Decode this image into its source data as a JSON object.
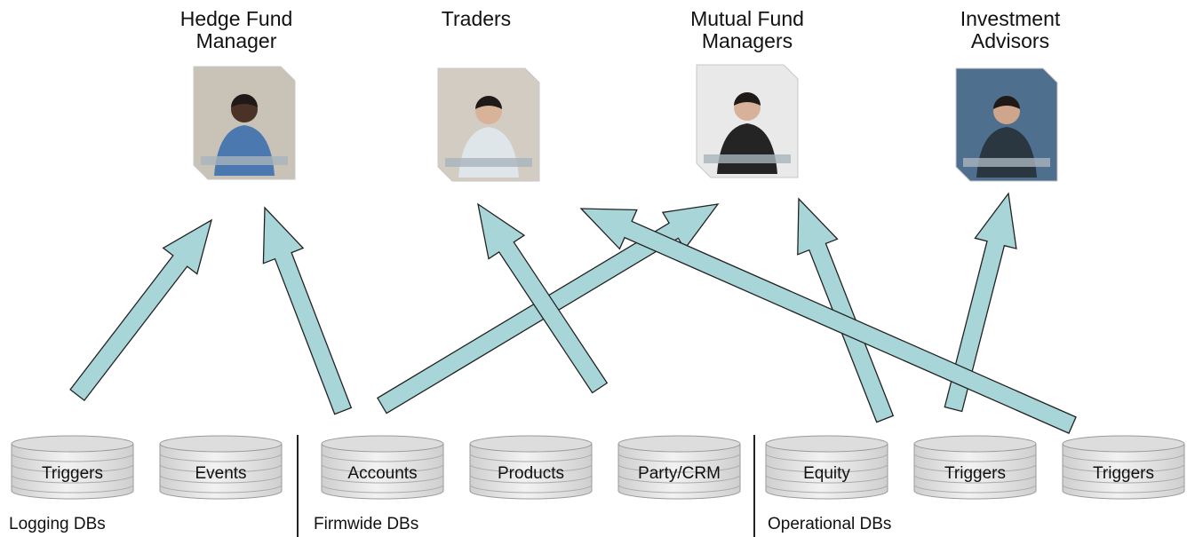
{
  "roles": [
    {
      "line1": "Hedge Fund",
      "line2": "Manager",
      "icon": "hedge-fund-manager-photo"
    },
    {
      "line1": "Traders",
      "line2": "",
      "icon": "trader-photo"
    },
    {
      "line1": "Mutual Fund",
      "line2": "Managers",
      "icon": "mutual-fund-manager-photo"
    },
    {
      "line1": "Investment",
      "line2": "Advisors",
      "icon": "investment-advisor-photo"
    }
  ],
  "databases": [
    {
      "label": "Triggers"
    },
    {
      "label": "Events"
    },
    {
      "label": "Accounts"
    },
    {
      "label": "Products"
    },
    {
      "label": "Party/CRM"
    },
    {
      "label": "Equity"
    },
    {
      "label": "Triggers"
    },
    {
      "label": "Triggers"
    }
  ],
  "groups": [
    {
      "label": "Logging DBs"
    },
    {
      "label": "Firmwide DBs"
    },
    {
      "label": "Operational DBs"
    }
  ],
  "flows": [
    {
      "from": "Triggers",
      "to": "Hedge Fund Manager"
    },
    {
      "from": "Accounts",
      "to": "Hedge Fund Manager"
    },
    {
      "from": "Accounts",
      "to": "Mutual Fund Managers"
    },
    {
      "from": "Products",
      "to": "Traders"
    },
    {
      "from": "Equity",
      "to": "Mutual Fund Managers"
    },
    {
      "from": "Triggers",
      "to": "Investment Advisors"
    },
    {
      "from": "Triggers",
      "to": "Traders"
    }
  ],
  "colors": {
    "arrow_fill": "#a8d6d8",
    "arrow_stroke": "#222222",
    "cylinder_fill": "#e6e6e6",
    "divider": "#222222"
  }
}
